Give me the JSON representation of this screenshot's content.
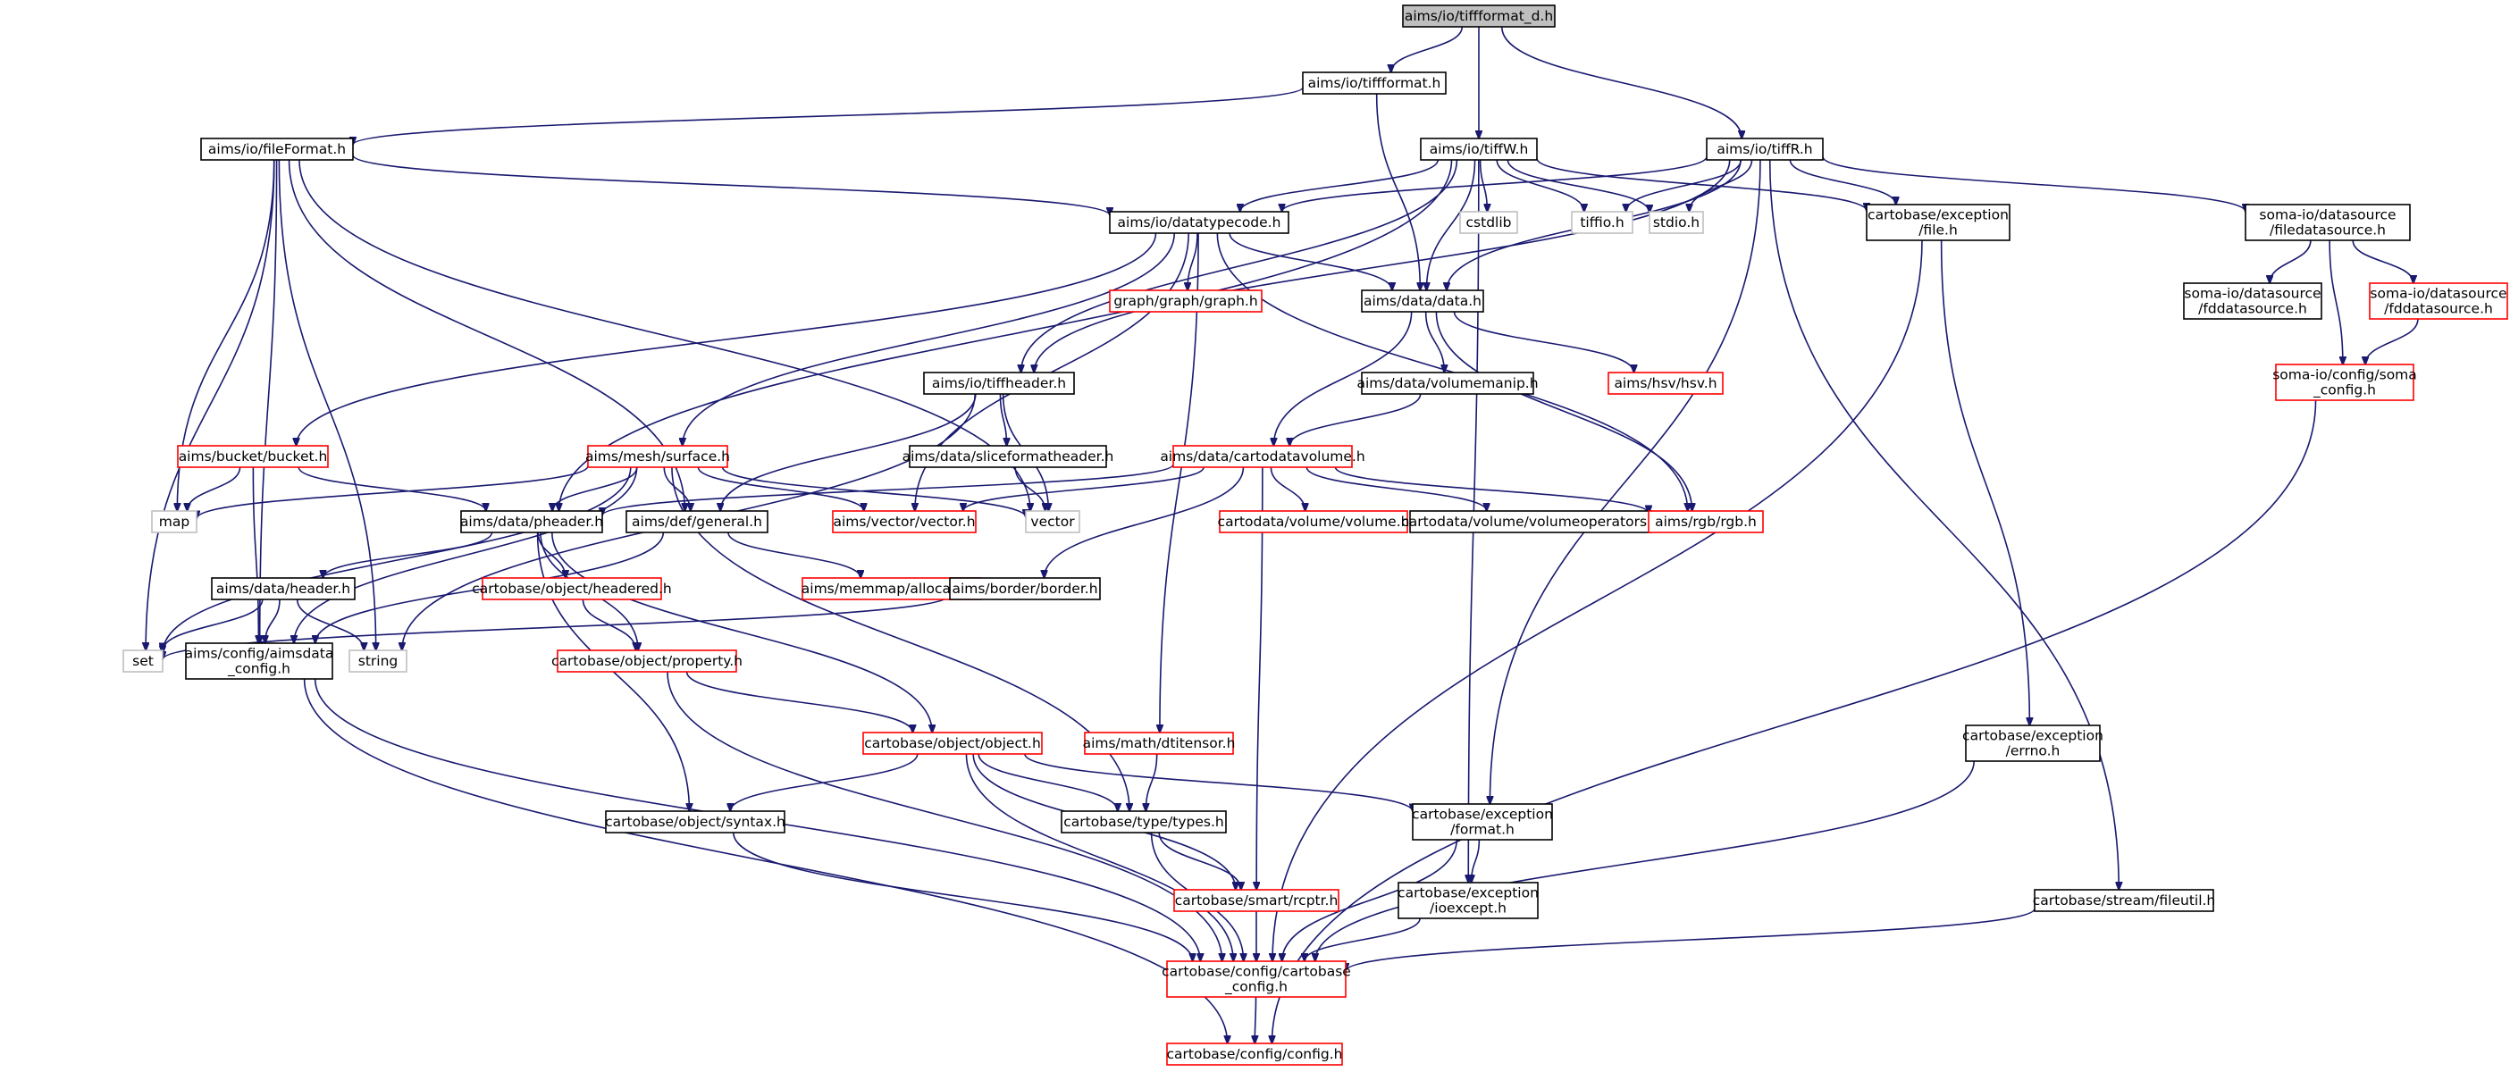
{
  "colors": {
    "edge": "#191970",
    "normal_border": "#000000",
    "truncated_border": "#ff0000",
    "system_border": "#bfbfbf",
    "root_fill": "#bfbfbf",
    "node_fill": "#ffffff"
  },
  "nodes": [
    {
      "id": "root",
      "lines": [
        "aims/io/tiffformat_d.h"
      ],
      "kind": "root"
    },
    {
      "id": "tiffformat",
      "lines": [
        "aims/io/tiffformat.h"
      ],
      "kind": "normal"
    },
    {
      "id": "fileFormat",
      "lines": [
        "aims/io/fileFormat.h"
      ],
      "kind": "normal"
    },
    {
      "id": "tiffW",
      "lines": [
        "aims/io/tiffW.h"
      ],
      "kind": "normal"
    },
    {
      "id": "tiffR",
      "lines": [
        "aims/io/tiffR.h"
      ],
      "kind": "normal"
    },
    {
      "id": "datatypecode",
      "lines": [
        "aims/io/datatypecode.h"
      ],
      "kind": "normal"
    },
    {
      "id": "cstdlib",
      "lines": [
        "cstdlib"
      ],
      "kind": "system"
    },
    {
      "id": "tiffio",
      "lines": [
        "tiffio.h"
      ],
      "kind": "system"
    },
    {
      "id": "stdio",
      "lines": [
        "stdio.h"
      ],
      "kind": "system"
    },
    {
      "id": "excfile",
      "lines": [
        "cartobase/exception",
        "/file.h"
      ],
      "kind": "normal"
    },
    {
      "id": "filedatasource",
      "lines": [
        "soma-io/datasource",
        "/filedatasource.h"
      ],
      "kind": "normal"
    },
    {
      "id": "fddatasource_b",
      "lines": [
        "soma-io/datasource",
        "/fddatasource.h"
      ],
      "kind": "normal"
    },
    {
      "id": "fddatasource_r",
      "lines": [
        "soma-io/datasource",
        "/fddatasource.h"
      ],
      "kind": "truncated"
    },
    {
      "id": "somaconfig",
      "lines": [
        "soma-io/config/soma",
        "_config.h"
      ],
      "kind": "truncated"
    },
    {
      "id": "graph",
      "lines": [
        "graph/graph/graph.h"
      ],
      "kind": "truncated"
    },
    {
      "id": "data",
      "lines": [
        "aims/data/data.h"
      ],
      "kind": "normal"
    },
    {
      "id": "tiffheader",
      "lines": [
        "aims/io/tiffheader.h"
      ],
      "kind": "normal"
    },
    {
      "id": "volumemanip",
      "lines": [
        "aims/data/volumemanip.h"
      ],
      "kind": "normal"
    },
    {
      "id": "hsv",
      "lines": [
        "aims/hsv/hsv.h"
      ],
      "kind": "truncated"
    },
    {
      "id": "bucket",
      "lines": [
        "aims/bucket/bucket.h"
      ],
      "kind": "truncated"
    },
    {
      "id": "surface",
      "lines": [
        "aims/mesh/surface.h"
      ],
      "kind": "truncated"
    },
    {
      "id": "sliceformat",
      "lines": [
        "aims/data/sliceformatheader.h"
      ],
      "kind": "normal"
    },
    {
      "id": "cartodatavolume",
      "lines": [
        "aims/data/cartodatavolume.h"
      ],
      "kind": "truncated"
    },
    {
      "id": "map",
      "lines": [
        "map"
      ],
      "kind": "system"
    },
    {
      "id": "pheader",
      "lines": [
        "aims/data/pheader.h"
      ],
      "kind": "normal"
    },
    {
      "id": "general",
      "lines": [
        "aims/def/general.h"
      ],
      "kind": "normal"
    },
    {
      "id": "vectorh",
      "lines": [
        "aims/vector/vector.h"
      ],
      "kind": "truncated"
    },
    {
      "id": "vector",
      "lines": [
        "vector"
      ],
      "kind": "system"
    },
    {
      "id": "cvolume",
      "lines": [
        "cartodata/volume/volume.h"
      ],
      "kind": "truncated"
    },
    {
      "id": "volops",
      "lines": [
        "cartodata/volume/volumeoperators.h"
      ],
      "kind": "normal"
    },
    {
      "id": "rgb",
      "lines": [
        "aims/rgb/rgb.h"
      ],
      "kind": "truncated"
    },
    {
      "id": "header",
      "lines": [
        "aims/data/header.h"
      ],
      "kind": "normal"
    },
    {
      "id": "headered",
      "lines": [
        "cartobase/object/headered.h"
      ],
      "kind": "truncated"
    },
    {
      "id": "allocator",
      "lines": [
        "aims/memmap/allocator.h"
      ],
      "kind": "truncated"
    },
    {
      "id": "border",
      "lines": [
        "aims/border/border.h"
      ],
      "kind": "normal"
    },
    {
      "id": "set",
      "lines": [
        "set"
      ],
      "kind": "system"
    },
    {
      "id": "aimsdataconfig",
      "lines": [
        "aims/config/aimsdata",
        "_config.h"
      ],
      "kind": "normal"
    },
    {
      "id": "string",
      "lines": [
        "string"
      ],
      "kind": "system"
    },
    {
      "id": "property",
      "lines": [
        "cartobase/object/property.h"
      ],
      "kind": "truncated"
    },
    {
      "id": "object",
      "lines": [
        "cartobase/object/object.h"
      ],
      "kind": "truncated"
    },
    {
      "id": "dtitensor",
      "lines": [
        "aims/math/dtitensor.h"
      ],
      "kind": "truncated"
    },
    {
      "id": "errno",
      "lines": [
        "cartobase/exception",
        "/errno.h"
      ],
      "kind": "normal"
    },
    {
      "id": "syntax",
      "lines": [
        "cartobase/object/syntax.h"
      ],
      "kind": "normal"
    },
    {
      "id": "types",
      "lines": [
        "cartobase/type/types.h"
      ],
      "kind": "normal"
    },
    {
      "id": "excformat",
      "lines": [
        "cartobase/exception",
        "/format.h"
      ],
      "kind": "normal"
    },
    {
      "id": "ioexcept",
      "lines": [
        "cartobase/exception",
        "/ioexcept.h"
      ],
      "kind": "normal"
    },
    {
      "id": "fileutil",
      "lines": [
        "cartobase/stream/fileutil.h"
      ],
      "kind": "normal"
    },
    {
      "id": "rcptr",
      "lines": [
        "cartobase/smart/rcptr.h"
      ],
      "kind": "truncated"
    },
    {
      "id": "cbconfig",
      "lines": [
        "cartobase/config/cartobase",
        "_config.h"
      ],
      "kind": "truncated"
    },
    {
      "id": "config",
      "lines": [
        "cartobase/config/config.h"
      ],
      "kind": "truncated"
    }
  ],
  "edges": [
    [
      "root",
      "tiffformat"
    ],
    [
      "root",
      "tiffW"
    ],
    [
      "root",
      "tiffR"
    ],
    [
      "tiffformat",
      "fileFormat"
    ],
    [
      "tiffformat",
      "data"
    ],
    [
      "fileFormat",
      "datatypecode"
    ],
    [
      "fileFormat",
      "map"
    ],
    [
      "fileFormat",
      "set"
    ],
    [
      "fileFormat",
      "string"
    ],
    [
      "fileFormat",
      "aimsdataconfig"
    ],
    [
      "fileFormat",
      "general"
    ],
    [
      "fileFormat",
      "vector"
    ],
    [
      "tiffW",
      "datatypecode"
    ],
    [
      "tiffW",
      "cstdlib"
    ],
    [
      "tiffW",
      "tiffio"
    ],
    [
      "tiffW",
      "stdio"
    ],
    [
      "tiffW",
      "excfile"
    ],
    [
      "tiffW",
      "data"
    ],
    [
      "tiffW",
      "tiffheader"
    ],
    [
      "tiffW",
      "pheader"
    ],
    [
      "tiffW",
      "ioexcept"
    ],
    [
      "tiffR",
      "datatypecode"
    ],
    [
      "tiffR",
      "tiffio"
    ],
    [
      "tiffR",
      "stdio"
    ],
    [
      "tiffR",
      "excfile"
    ],
    [
      "tiffR",
      "filedatasource"
    ],
    [
      "tiffR",
      "data"
    ],
    [
      "tiffR",
      "tiffheader"
    ],
    [
      "tiffR",
      "fileutil"
    ],
    [
      "tiffR",
      "excformat"
    ],
    [
      "datatypecode",
      "data"
    ],
    [
      "datatypecode",
      "graph"
    ],
    [
      "datatypecode",
      "bucket"
    ],
    [
      "datatypecode",
      "surface"
    ],
    [
      "datatypecode",
      "vectorh"
    ],
    [
      "datatypecode",
      "rgb"
    ],
    [
      "datatypecode",
      "dtitensor"
    ],
    [
      "excfile",
      "cbconfig"
    ],
    [
      "excfile",
      "errno"
    ],
    [
      "filedatasource",
      "fddatasource_b"
    ],
    [
      "filedatasource",
      "fddatasource_r"
    ],
    [
      "filedatasource",
      "somaconfig"
    ],
    [
      "fddatasource_r",
      "somaconfig"
    ],
    [
      "somaconfig",
      "config"
    ],
    [
      "data",
      "volumemanip"
    ],
    [
      "data",
      "hsv"
    ],
    [
      "data",
      "cartodatavolume"
    ],
    [
      "data",
      "rgb"
    ],
    [
      "tiffheader",
      "sliceformat"
    ],
    [
      "tiffheader",
      "general"
    ],
    [
      "tiffheader",
      "vector"
    ],
    [
      "tiffheader",
      "string"
    ],
    [
      "volumemanip",
      "cartodatavolume"
    ],
    [
      "bucket",
      "map"
    ],
    [
      "bucket",
      "pheader"
    ],
    [
      "bucket",
      "aimsdataconfig"
    ],
    [
      "surface",
      "map"
    ],
    [
      "surface",
      "pheader"
    ],
    [
      "surface",
      "general"
    ],
    [
      "surface",
      "vectorh"
    ],
    [
      "surface",
      "vector"
    ],
    [
      "surface",
      "set"
    ],
    [
      "surface",
      "aimsdataconfig"
    ],
    [
      "surface",
      "types"
    ],
    [
      "sliceformat",
      "vector"
    ],
    [
      "cartodatavolume",
      "pheader"
    ],
    [
      "cartodatavolume",
      "vectorh"
    ],
    [
      "cartodatavolume",
      "cvolume"
    ],
    [
      "cartodatavolume",
      "volops"
    ],
    [
      "cartodatavolume",
      "rgb"
    ],
    [
      "cartodatavolume",
      "border"
    ],
    [
      "cartodatavolume",
      "rcptr"
    ],
    [
      "pheader",
      "header"
    ],
    [
      "pheader",
      "headered"
    ],
    [
      "pheader",
      "property"
    ],
    [
      "pheader",
      "object"
    ],
    [
      "pheader",
      "syntax"
    ],
    [
      "general",
      "allocator"
    ],
    [
      "general",
      "aimsdataconfig"
    ],
    [
      "header",
      "set"
    ],
    [
      "header",
      "string"
    ],
    [
      "header",
      "aimsdataconfig"
    ],
    [
      "headered",
      "property"
    ],
    [
      "border",
      "set"
    ],
    [
      "aimsdataconfig",
      "cbconfig"
    ],
    [
      "aimsdataconfig",
      "config"
    ],
    [
      "property",
      "object"
    ],
    [
      "property",
      "cbconfig"
    ],
    [
      "object",
      "syntax"
    ],
    [
      "object",
      "types"
    ],
    [
      "object",
      "rcptr"
    ],
    [
      "object",
      "cbconfig"
    ],
    [
      "object",
      "excformat"
    ],
    [
      "dtitensor",
      "types"
    ],
    [
      "errno",
      "cbconfig"
    ],
    [
      "syntax",
      "cbconfig"
    ],
    [
      "types",
      "rcptr"
    ],
    [
      "types",
      "cbconfig"
    ],
    [
      "excformat",
      "ioexcept"
    ],
    [
      "excformat",
      "cbconfig"
    ],
    [
      "ioexcept",
      "cbconfig"
    ],
    [
      "fileutil",
      "cbconfig"
    ],
    [
      "rcptr",
      "cbconfig"
    ],
    [
      "cbconfig",
      "config"
    ]
  ]
}
